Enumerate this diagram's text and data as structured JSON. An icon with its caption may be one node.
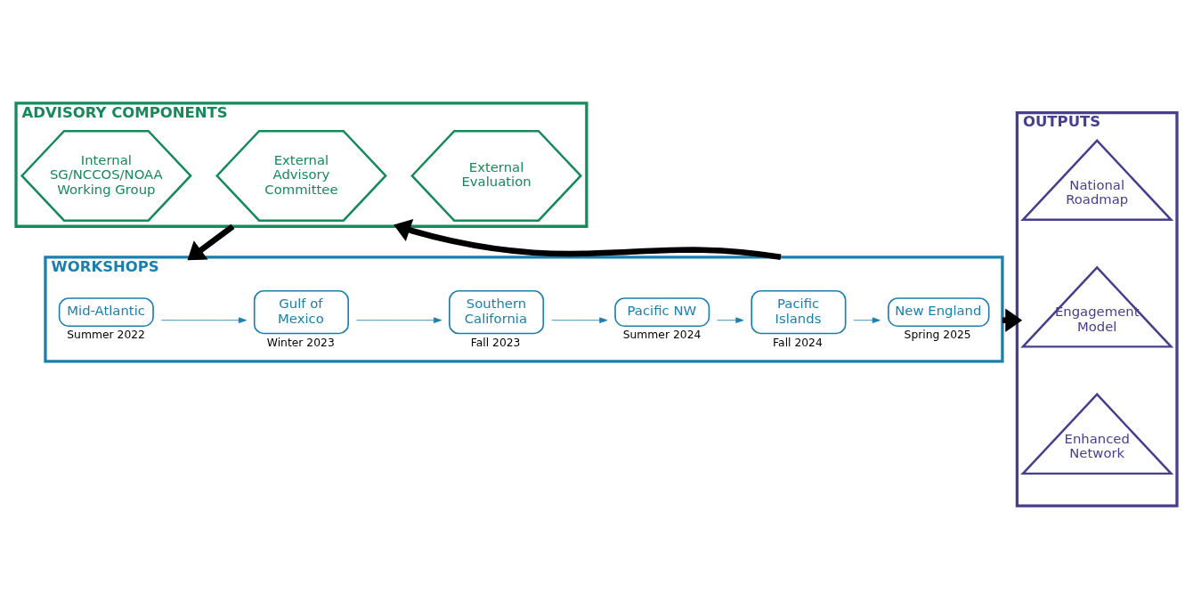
{
  "diagram": {
    "nodes": [
      {
        "text": [
          "ADVISORY COMPONENTS"
        ]
      },
      {
        "text": [
          "Internal SG/NCCOS/NOAA Working Group"
        ],
        "in": 0
      },
      {
        "text": [
          "External Advisory Committee"
        ],
        "in": 0
      },
      {
        "text": [
          "External Evaluation"
        ],
        "in": 0
      },
      {
        "text": [
          "WORKSHOPS"
        ]
      },
      {
        "text": [
          "Mid-Atlantic"
        ],
        "in": 4,
        "beside": [
          "Summer 2022"
        ]
      },
      {
        "text": [
          "Gulf of Mexico"
        ],
        "in": 4,
        "beside": [
          "Winter 2023"
        ]
      },
      {
        "text": [
          "Southern California"
        ],
        "in": 4,
        "beside": [
          "Fall 2023"
        ]
      },
      {
        "text": [
          "Pacific NW"
        ],
        "in": 4,
        "beside": [
          "Summer 2024"
        ]
      },
      {
        "text": [
          "Pacific Islands"
        ],
        "in": 4,
        "beside": [
          "Fall 2024"
        ]
      },
      {
        "text": [
          "New England"
        ],
        "in": 4,
        "beside": [
          "Spring 2025"
        ]
      },
      {
        "text": [
          "OUTPUTS"
        ]
      },
      {
        "text": [
          "National Roadmap"
        ],
        "in": 11
      },
      {
        "text": [
          "Engagement Model"
        ],
        "in": 11
      },
      {
        "text": [
          "Enhanced Network"
        ],
        "in": 11
      }
    ],
    "edges": [
      {
        "from": 0,
        "to": 4,
        "arrow": "to",
        "style": "thick",
        "color": "#000000"
      },
      {
        "from": 4,
        "to": 0,
        "arrow": "to",
        "style": "thick",
        "color": "#000000"
      },
      {
        "from": 5,
        "to": 6,
        "arrow": "to"
      },
      {
        "from": 6,
        "to": 7,
        "arrow": "to"
      },
      {
        "from": 7,
        "to": 8,
        "arrow": "to"
      },
      {
        "from": 8,
        "to": 9,
        "arrow": "to"
      },
      {
        "from": 9,
        "to": 10,
        "arrow": "to"
      },
      {
        "from": 4,
        "to": 11,
        "arrow": "to",
        "style": "thick",
        "color": "#000000"
      }
    ]
  }
}
